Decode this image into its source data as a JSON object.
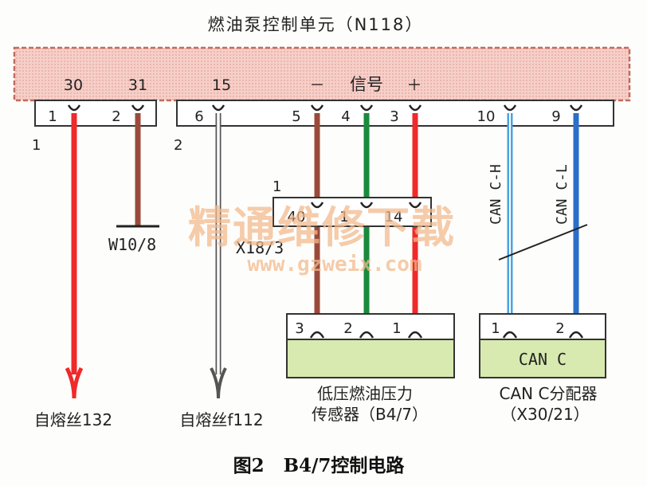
{
  "title": "燃油泵控制单元（N118）",
  "caption": "图2   B4/7控制电路",
  "watermark": {
    "cn": "精通维修下载",
    "url": "www.gzweix.com"
  },
  "module": {
    "terminals": {
      "t30": "30",
      "t31": "31",
      "t15": "15"
    },
    "signal_label": "信号",
    "minus": "－",
    "plus": "＋"
  },
  "connector1": {
    "id": "1",
    "pins": {
      "p1": "1",
      "p2": "2"
    }
  },
  "connector2": {
    "id": "2",
    "pins": {
      "p6": "6",
      "p5": "5",
      "p4": "4",
      "p3": "3",
      "p10": "10",
      "p9": "9"
    }
  },
  "junction": {
    "id": "1",
    "name": "X18/3",
    "pins": {
      "p40": "40",
      "p1": "1",
      "p14": "14"
    }
  },
  "ground": "W10/8",
  "can_lines": {
    "high": "CAN C-H",
    "low": "CAN C-L"
  },
  "sensor": {
    "pins": {
      "p3": "3",
      "p2": "2",
      "p1": "1"
    },
    "name_line1": "低压燃油压力",
    "name_line2": "传感器（B4/7）"
  },
  "distributor": {
    "pins": {
      "p1": "1",
      "p2": "2"
    },
    "label": "CAN C",
    "name_line1": "CAN C分配器",
    "name_line2": "（X30/21）"
  },
  "fuses": {
    "f132": "自熔丝132",
    "f112": "自熔丝f112"
  },
  "colors": {
    "module_fill": "#f6cfc8",
    "module_border": "#c46a5e",
    "red": "#ee2a2a",
    "brown": "#9a4a3a",
    "green": "#1a8a3c",
    "blue_light": "#4aa3e0",
    "blue": "#2a6fc9",
    "white_wire": "#ffffff",
    "sensor_fill": "#d8eab0",
    "watermark": "#f1b98d"
  }
}
